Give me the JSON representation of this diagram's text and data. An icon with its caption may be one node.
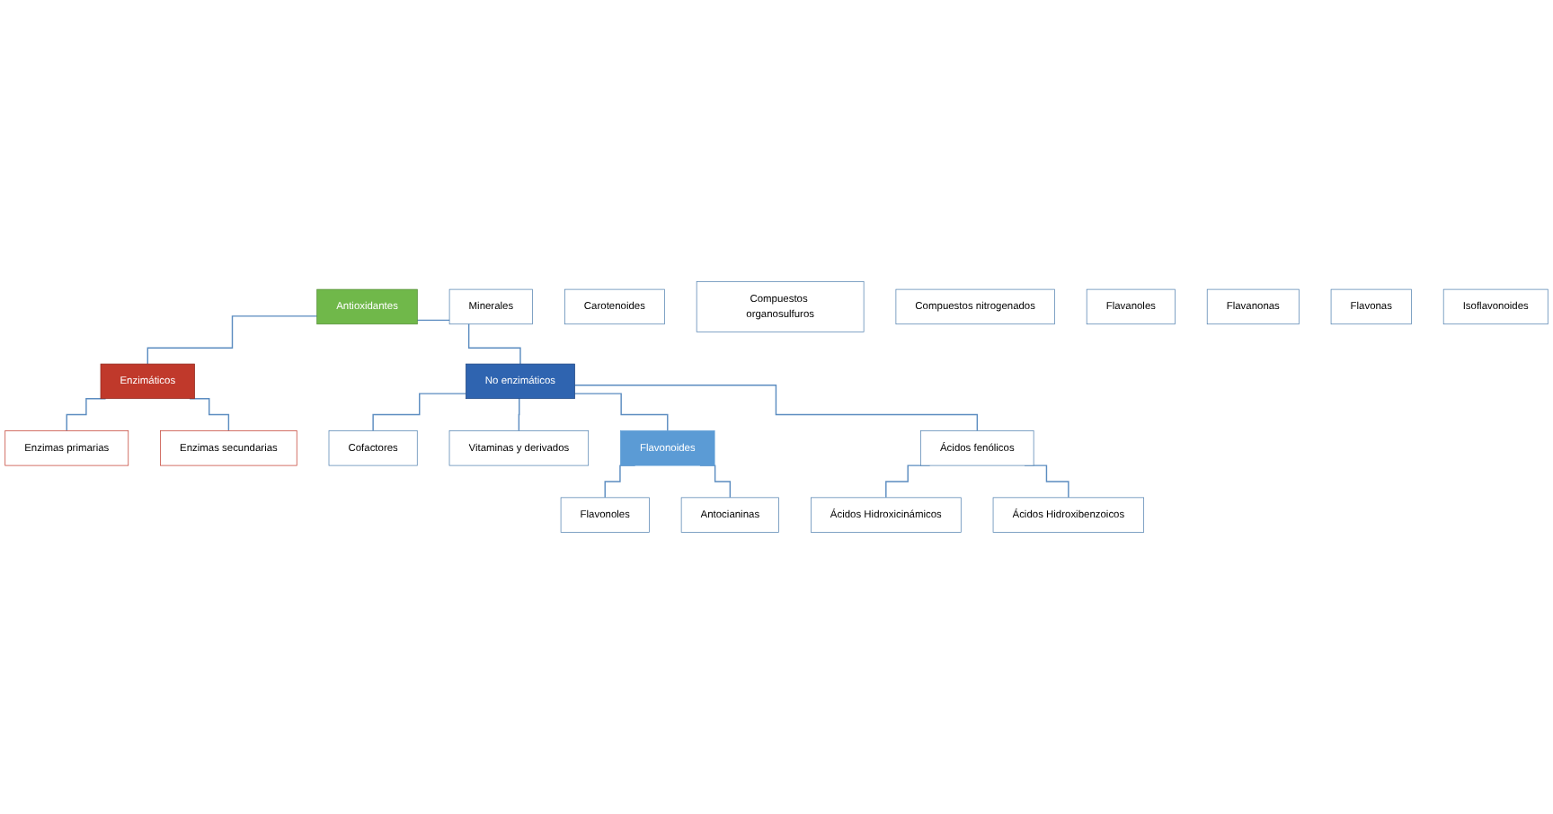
{
  "diagram": {
    "nodes": [
      {
        "text": [
          "Antioxidantes"
        ]
      },
      {
        "text": [
          "Enzimáticos"
        ]
      },
      {
        "text": [
          "No enzimáticos"
        ]
      },
      {
        "text": [
          "Enzimas primarias"
        ]
      },
      {
        "text": [
          "Enzimas secundarias"
        ]
      },
      {
        "text": [
          "Cofactores"
        ]
      },
      {
        "text": [
          "Vitaminas y derivados"
        ]
      },
      {
        "text": [
          "Minerales"
        ]
      },
      {
        "text": [
          "Carotenoides"
        ]
      },
      {
        "text": [
          "Flavonoides"
        ]
      },
      {
        "text": [
          "Compuestos organosulfuros"
        ]
      },
      {
        "text": [
          "Compuestos nitrogenados"
        ]
      },
      {
        "text": [
          "Flavonoles"
        ]
      },
      {
        "text": [
          "Flavanoles"
        ]
      },
      {
        "text": [
          "Antocianinas"
        ]
      },
      {
        "text": [
          "Ácidos fenólicos"
        ]
      },
      {
        "text": [
          "Flavanonas"
        ]
      },
      {
        "text": [
          "Flavonas"
        ]
      },
      {
        "text": [
          "Isoflavonoides"
        ]
      },
      {
        "text": [
          "Ácidos Hidroxicinámicos"
        ]
      },
      {
        "text": [
          "Ácidos Hidroxibenzoicos"
        ]
      }
    ],
    "edges": [
      {
        "from": 0,
        "to": 1,
        "arrow": "none"
      },
      {
        "from": 0,
        "to": 2,
        "arrow": "none"
      },
      {
        "from": 1,
        "to": 3,
        "arrow": "none"
      },
      {
        "from": 1,
        "to": 4,
        "arrow": "none"
      },
      {
        "from": 2,
        "to": 9,
        "arrow": "none"
      },
      {
        "from": 2,
        "to": 5,
        "arrow": "none"
      },
      {
        "from": 2,
        "to": 15,
        "arrow": "none"
      },
      {
        "from": 2,
        "to": 6,
        "arrow": "none"
      },
      {
        "from": 9,
        "to": 12,
        "arrow": "none"
      },
      {
        "from": 9,
        "to": 14,
        "arrow": "none"
      },
      {
        "from": 15,
        "to": 19,
        "arrow": "none"
      },
      {
        "from": 15,
        "to": 20,
        "arrow": "none"
      }
    ]
  }
}
